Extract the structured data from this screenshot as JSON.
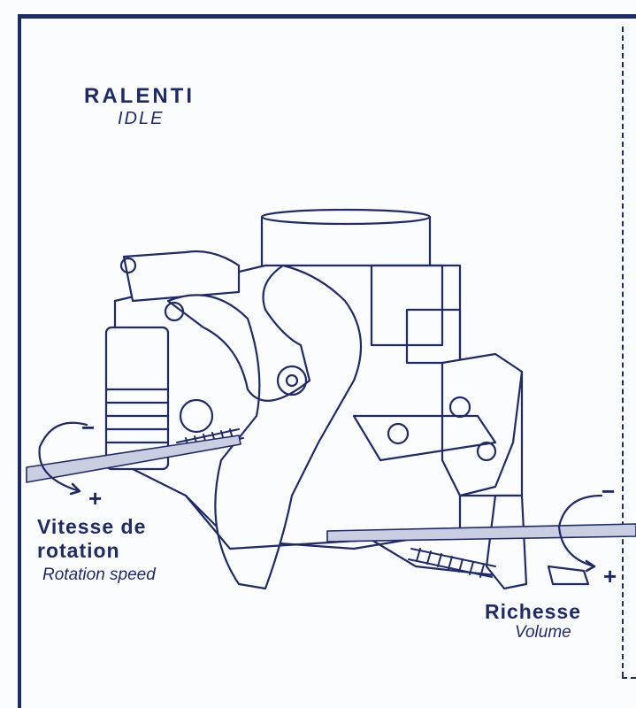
{
  "title": {
    "fr": "RALENTI",
    "en": "IDLE"
  },
  "rotation_speed": {
    "fr": "Vitesse de rotation",
    "en": "Rotation speed",
    "minus": "−",
    "plus": "+"
  },
  "volume": {
    "fr": "Richesse",
    "en": "Volume",
    "minus": "−",
    "plus": "+"
  },
  "colors": {
    "ink": "#1f2a6b",
    "paper": "#fbfcfd"
  }
}
